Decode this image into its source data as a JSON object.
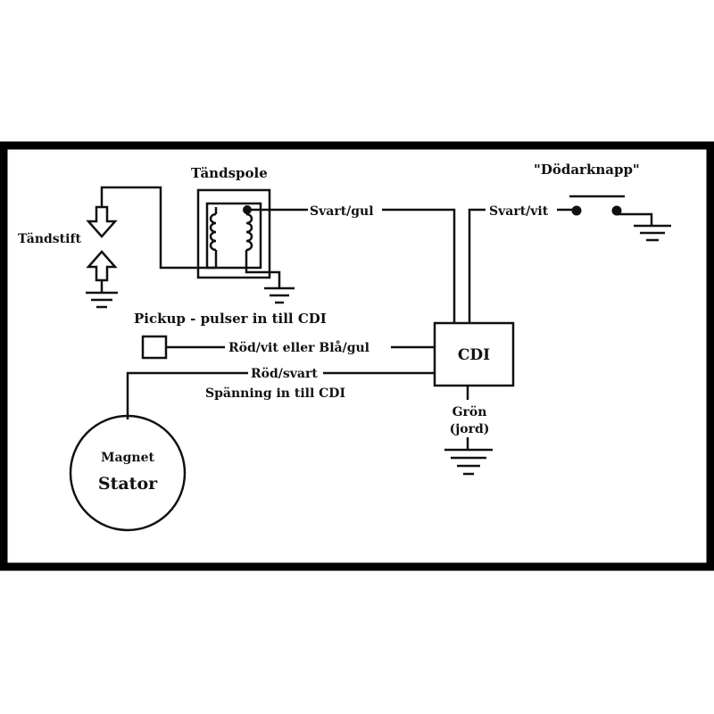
{
  "labels": {
    "coil": "Tändspole",
    "plug": "Tändstift",
    "kill_switch": "\"Dödarknapp\"",
    "wire_coil": "Svart/gul",
    "wire_kill": "Svart/vit",
    "pickup_title": "Pickup - pulser in till CDI",
    "wire_pickup": "Röd/vit eller Blå/gul",
    "wire_stator": "Röd/svart",
    "stator_caption": "Spänning in till CDI",
    "cdi": "CDI",
    "ground_wire": "Grön",
    "ground_note": "(jord)",
    "magnet": "Magnet",
    "stator": "Stator"
  },
  "colors": {
    "ink": "#111111",
    "frame": "#000000",
    "paper": "#ffffff"
  }
}
